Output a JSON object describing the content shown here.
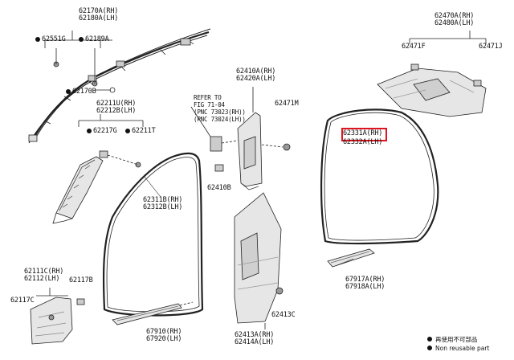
{
  "callouts": {
    "airbag_rh": "62170A(RH)",
    "airbag_lh": "62180A(LH)",
    "clip_g": "62551G",
    "clip_a": "62189A",
    "clip_b": "62170B",
    "a_pillar_rh": "62211U(RH)",
    "a_pillar_lh": "62212B(LH)",
    "clip_217g": "62217G",
    "clip_211t": "62211T",
    "door_weather_rh": "62311B(RH)",
    "door_weather_lh": "62312B(LH)",
    "cowl_rh": "62111C(RH)",
    "cowl_lh": "62112(LH)",
    "clip_117b": "62117B",
    "clip_117c": "62117C",
    "scuff_rh": "67910(RH)",
    "scuff_lh": "67920(LH)",
    "refer_line1": "REFER TO",
    "refer_line2": "FIG 71-04",
    "refer_line3": "(PNC 73023(RH))",
    "refer_line4": "(PNC 73024(LH))",
    "b_upper_rh": "62410A(RH)",
    "b_upper_lh": "62420A(LH)",
    "clip_471m": "62471M",
    "clip_410b": "62410B",
    "b_lower_rh": "62413A(RH)",
    "b_lower_lh": "62414A(LH)",
    "clip_413c": "62413C",
    "rear_weather_rh": "62331A(RH)",
    "rear_weather_lh": "62332A(LH)",
    "rear_scuff_rh": "67917A(RH)",
    "rear_scuff_lh": "67918A(LH)",
    "c_pillar_rh": "62470A(RH)",
    "c_pillar_lh": "62480A(LH)",
    "clip_471f": "62471F",
    "clip_471j": "62471J"
  },
  "legend": {
    "reuse_label": "再使用不可部品",
    "non_reusable_label": "Non reusable part"
  },
  "highlight_color": "#e0141e"
}
